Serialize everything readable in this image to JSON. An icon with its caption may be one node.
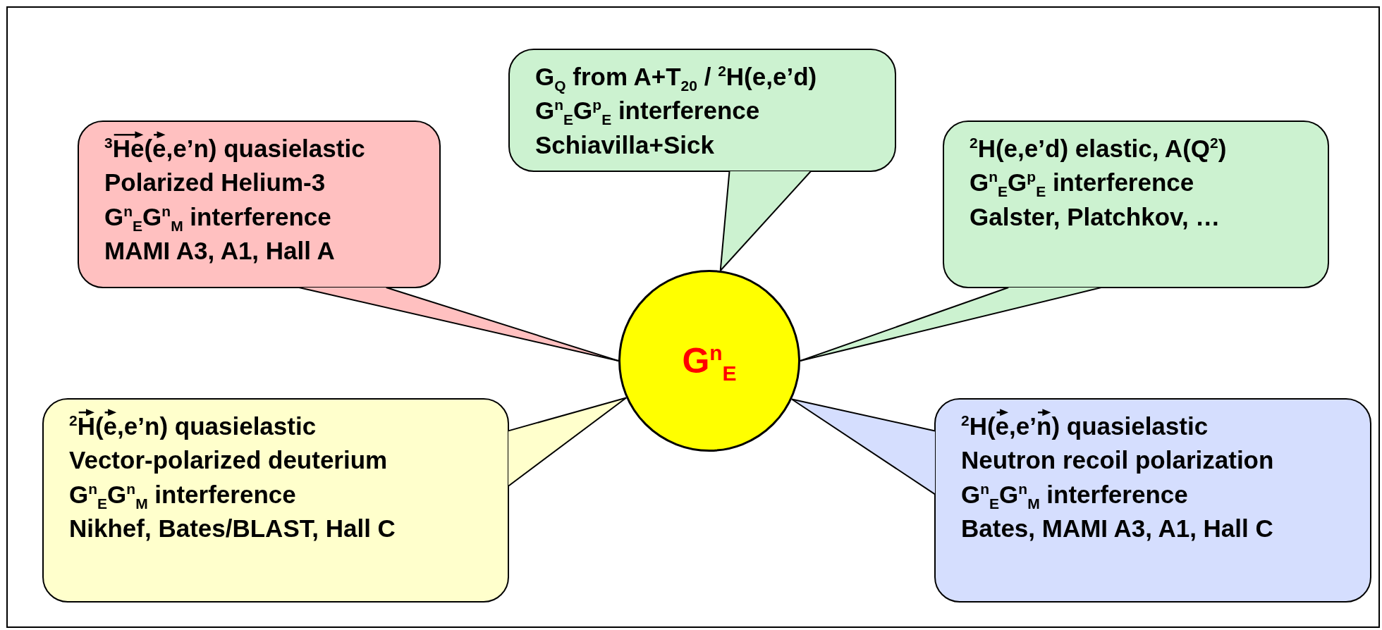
{
  "diagram": {
    "nodes": [
      {
        "text": [
          "G$_{Q}$ from A+T$_{20}$ / $^{2}$H(e,e’d)",
          "G$^{n}$$_{E}$G$^{p}$$_{E}$ interference",
          "Schiavilla+Sick"
        ]
      },
      {
        "text": [
          "$^{3}$He(e,e’n) quasielastic",
          "Polarized Helium-3",
          "G$^{n}$$_{E}$G$^{n}$$_{M}$ interference",
          "MAMI A3, A1, Hall A"
        ]
      },
      {
        "text": [
          "$^{2}$H(e,e’d) elastic, A(Q$^{2}$)",
          "G$^{n}$$_{E}$G$^{p}$$_{E}$ interference",
          "Galster, Platchkov, …"
        ]
      },
      {
        "text": [
          "G$^{n}$$_{E}$"
        ]
      },
      {
        "text": [
          "$^{2}$H(e,e’n) quasielastic",
          "Vector-polarized deuterium",
          "G$^{n}$$_{E}$G$^{n}$$_{M}$ interference",
          "Nikhef, Bates/BLAST, Hall C"
        ]
      },
      {
        "text": [
          "$^{2}$H(e,e’n) quasielastic",
          "Neutron recoil polarization",
          "G$^{n}$$_{E}$G$^{n}$$_{M}$ interference",
          "Bates, MAMI A3, A1, Hall C"
        ]
      }
    ],
    "edges": [
      {
        "from": 0,
        "to": 3,
        "arrow": "none"
      },
      {
        "from": 1,
        "to": 3,
        "arrow": "none"
      },
      {
        "from": 2,
        "to": 3,
        "arrow": "none"
      },
      {
        "from": 4,
        "to": 3,
        "arrow": "none"
      },
      {
        "from": 5,
        "to": 3,
        "arrow": "none"
      }
    ]
  }
}
